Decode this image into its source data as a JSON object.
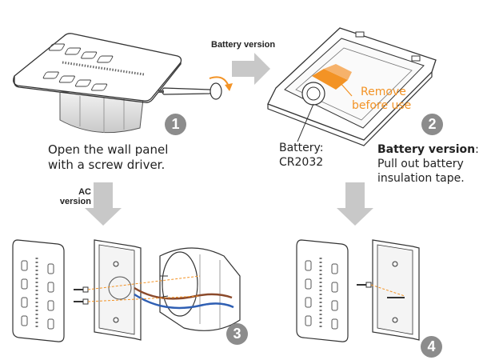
{
  "steps": [
    {
      "number": "1",
      "caption_line1": "Open the wall panel",
      "caption_line2": "with a screw driver."
    },
    {
      "number": "2",
      "caption_title": "Battery version",
      "caption_colon": ":",
      "caption_line2": "Pull out battery",
      "caption_line3": "insulation tape."
    },
    {
      "number": "3"
    },
    {
      "number": "4"
    }
  ],
  "labels": {
    "battery_version_arrow": "Battery version",
    "ac_version_line1": "AC",
    "ac_version_line2": "version",
    "battery_line1": "Battery:",
    "battery_line2": "CR2032",
    "remove_line1": "Remove",
    "remove_line2": "before use"
  },
  "colors": {
    "accent_orange": "#f39325",
    "arrow_gray": "#c8c8c8",
    "badge_gray": "#8c8c8c",
    "wire_brown": "#8b4a2b",
    "wire_blue": "#2f5fb3"
  },
  "icons": [
    "screwdriver-icon",
    "rotate-arrow-icon",
    "arrow-right-icon",
    "arrow-down-icon"
  ]
}
